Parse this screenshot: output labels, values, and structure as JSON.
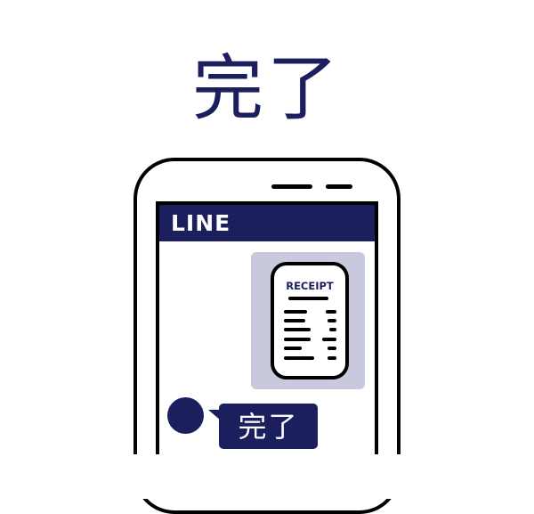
{
  "title": "完了",
  "phone": {
    "app_header": {
      "label": "LINE",
      "color": "#1b1f5e"
    },
    "messages": [
      {
        "type": "image",
        "side": "right",
        "icon": "receipt-icon",
        "receipt_title": "RECEIPT",
        "background": "#c8c9dc"
      },
      {
        "type": "text",
        "side": "left",
        "avatar": "avatar-circle",
        "text": "完了"
      }
    ]
  },
  "colors": {
    "navy": "#1b1f5e",
    "card_gray": "#c8c9dc",
    "outline": "#000000"
  }
}
